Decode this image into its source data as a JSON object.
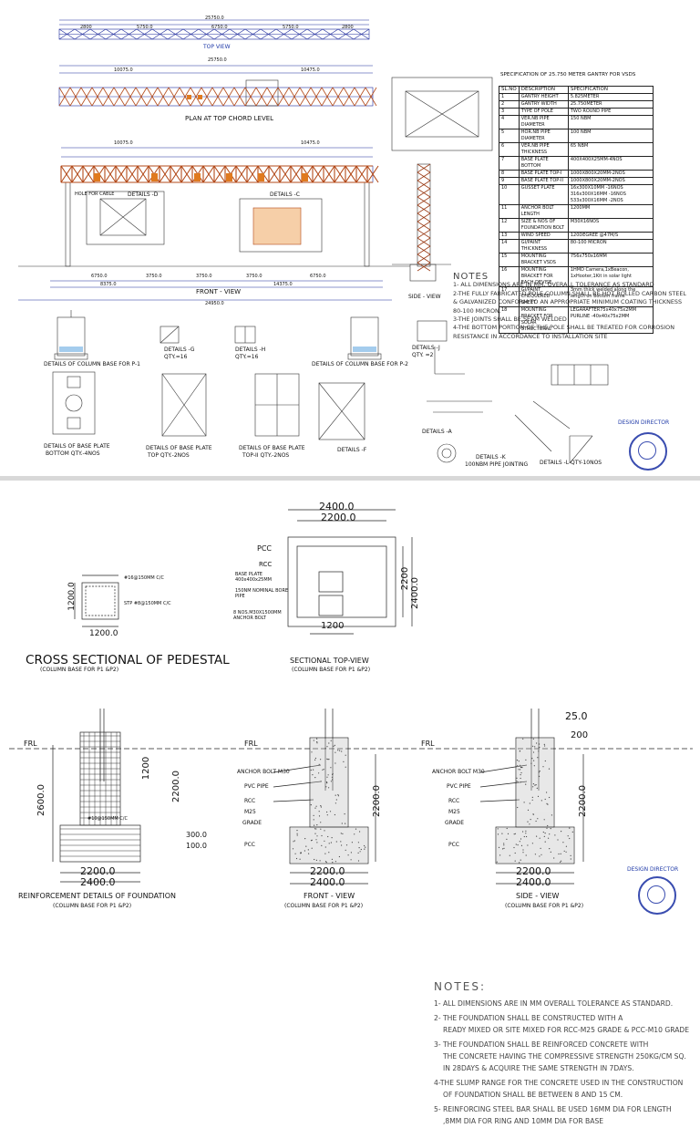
{
  "sheet1": {
    "top_view_title": "TOP VIEW",
    "plan_title": "PLAN AT TOP CHORD LEVEL",
    "front_view_title": "FRONT - VIEW",
    "side_view_title": "SIDE - VIEW",
    "top_dims": [
      "25750.0",
      "2800",
      "5750.0",
      "6750.0",
      "5750.0",
      "2800"
    ],
    "plan_dims": [
      "10075.0",
      "25750.0",
      "10475.0"
    ],
    "front_dims": [
      "10075.0",
      "10475.0"
    ],
    "bottom_dims": [
      "6750.0",
      "3750.0",
      "3750.0",
      "3750.0",
      "6750.0",
      "8375.0",
      "14375.0",
      "24950.0"
    ],
    "front_labels": {
      "hole_cable": "HOLE FOR CABLE",
      "details_d": "DETAILS -D",
      "details_c": "DETAILS -C"
    },
    "spec_title": "SPECIFICATION OF 25.750 METER GANTRY FOR VSDS",
    "spec_headers": [
      "SL.NO",
      "DESCRIPTION",
      "SPECIFICATION"
    ],
    "spec_rows": [
      [
        "1",
        "GANTRY HEIGHT",
        "5.825METER"
      ],
      [
        "2",
        "GANTRY WIDTH",
        "25.750METER"
      ],
      [
        "3",
        "TYPE OF POLE",
        "TWO ROUND PIPE"
      ],
      [
        "4",
        "VER.NB PIPE DIAMETER",
        "150 NBM"
      ],
      [
        "5",
        "HOR.NB PIPE DIAMETER",
        "100 NBM"
      ],
      [
        "6",
        "VER.NB PIPE THICKNESS",
        "65 NBM"
      ],
      [
        "7",
        "BASE PLATE BOTTOM",
        "400X400X25MM-4NOS"
      ],
      [
        "8",
        "BASE PLATE TOP-I",
        "1000X800X20MM-2NOS"
      ],
      [
        "9",
        "BASE PLATE TOP-II",
        "1000X800X20MM-2NOS"
      ],
      [
        "10",
        "GUSSET PLATE",
        "16x300X10MM -16NOS 316x300X16MM -16NOS 533x300X16MM -2NOS"
      ],
      [
        "11",
        "ANCHOR BOLT LENGTH",
        "1200MM"
      ],
      [
        "12",
        "SIZE & NOS OF FOUNDATION BOLT",
        "M30X16NOS"
      ],
      [
        "13",
        "WIND SPEED",
        "120DEGREE @47M/S"
      ],
      [
        "14",
        "GI/PAINT THICKNESS",
        "80-100 MICRON"
      ],
      [
        "15",
        "MOUNTING BRACKET VSDS",
        "756x750x16MM"
      ],
      [
        "16",
        "MOUNTING BRACKET FOR EACH DEVISE",
        "1HMD Camera,1xBeacon, 1xHooter,1Kit in solar light"
      ],
      [
        "17",
        "GI/PAINT CHEQUERED SHEET",
        "3mm thick welded along the length on bottom frame"
      ],
      [
        "18",
        "MOUNTING BRACKET FOR SOLAR STRUCTURAL",
        "LEGARAFTER75x40x75x2MM PURLINE -40x40x75x2MM"
      ]
    ],
    "notes_title": "NOTES",
    "notes": [
      "1- ALL DIMENSIONS ARE IN MM, OVERALL TOLERANCE AS STANDARD",
      "2-THE FULLY FABRICATED POLE COLUMN SHALL BE HOT ROLLED CARBON STEEL & GALVANIZED CONFORM TO AN APPROPRIATE MINIMUM COATING THICKNESS 80-100 MICRON.",
      "3-THE JOINTS SHALL BE SEAM WELDED",
      "4-THE BOTTOM PORTION OF THE POLE SHALL BE TREATED FOR CORROSION RESISTANCE IN ACCORDANCE TO INSTALLATION SITE"
    ],
    "detail_titles": {
      "col_base_p1": "DETAILS OF COLUMN BASE FOR P-1",
      "details_g": "DETAILS -G",
      "details_g_qty": "QTY.=16",
      "details_h": "DETAILS -H",
      "details_h_qty": "QTY.=16",
      "col_base_p2": "DETAILS OF COLUMN BASE FOR P-2",
      "details_j": "DETAILS -J",
      "details_j_qty": "QTY. =2",
      "base_bottom": "DETAILS OF BASE PLATE",
      "base_bottom_qty": "BOTTOM QTY.-4NOS",
      "base_top": "DETAILS OF BASE PLATE",
      "base_top_qty": "TOP QTY.-2NOS",
      "base_top2": "DETAILS OF BASE PLATE",
      "base_top2_qty": "TOP-II QTY.-2NOS",
      "details_f": "DETAILS -F",
      "details_a": "DETAILS -A",
      "details_k": "DETAILS -K",
      "pipe_joint": "100NBM PIPE JOINTING",
      "details_l": "DETAILS -L QTY-10NOS"
    },
    "director": "DESIGN DIRECTOR"
  },
  "sheet2": {
    "pedestal_title": "CROSS SECTIONAL OF PEDESTAL",
    "pedestal_sub": "(COLUMN BASE FOR P1 &P2)",
    "ped_labels": [
      "#16@150MM C/C",
      "STP #8@150MM C/C"
    ],
    "ped_dims": [
      "1200.0",
      "1200.0"
    ],
    "top_view_title": "SECTIONAL TOP-VIEW",
    "top_view_sub": "(COLUMN BASE FOR P1 &P2)",
    "top_view_dims": [
      "2400.0",
      "2200.0",
      "2200",
      "2400.0",
      "1200"
    ],
    "top_view_labels": {
      "pcc": "PCC",
      "rcc": "RCC",
      "base_plate": "BASE PLATE 400x400x25MM",
      "pipe": "150NM NOMINAL BORE PIPE",
      "bolt": "8 NOS.M30X1500MM ANCHOR BOLT"
    },
    "notes_title": "NOTES:",
    "notes": [
      "1- ALL DIMENSIONS ARE IN MM OVERALL TOLERANCE AS STANDARD.",
      "2- THE FOUNDATION SHALL BE CONSTRUCTED WITH A",
      "READY MIXED OR SITE MIXED FOR RCC-M25 GRADE & PCC-M10 GRADE",
      "3- THE FOUNDATION SHALL BE REINFORCED CONCRETE WITH",
      "THE CONCRETE HAVING THE COMPRESSIVE STRENGTH 250KG/CM SQ.",
      "IN 28DAYS & ACQUIRE THE SAME STRENGTH IN 7DAYS.",
      "4-THE SLUMP RANGE FOR THE CONCRETE USED IN THE CONSTRUCTION",
      "OF FOUNDATION SHALL BE BETWEEN 8 AND 15 CM.",
      "5- REINFORCING STEEL BAR SHALL BE USED 16MM DIA FOR LENGTH",
      ",8MM DIA FOR RING AND 10MM DIA FOR BASE"
    ],
    "frl": "FRL",
    "reinf_title": "REINFORCEMENT DETAILS OF FOUNDATION",
    "reinf_sub": "(COLUMN BASE FOR P1 &P2)",
    "reinf_dims": [
      "2600.0",
      "1200",
      "2200.0",
      "300.0",
      "100.0",
      "2200.0",
      "2400.0"
    ],
    "reinf_label": "#10@150MM C/C",
    "front_title": "FRONT - VIEW",
    "front_sub": "(COLUMN BASE FOR P1 &P2)",
    "section_labels": [
      "ANCHOR BOLT M30",
      "PVC PIPE",
      "RCC",
      "M25",
      "GRADE",
      "PCC"
    ],
    "section_dims": [
      "2200.0",
      "2200.0",
      "2400.0"
    ],
    "side_title": "SIDE - VIEW",
    "side_sub": "(COLUMN BASE FOR P1 &P2)",
    "side_dims": [
      "25.0",
      "200",
      "2200.0",
      "2200.0",
      "2400.0"
    ],
    "director": "DESIGN DIRECTOR"
  }
}
